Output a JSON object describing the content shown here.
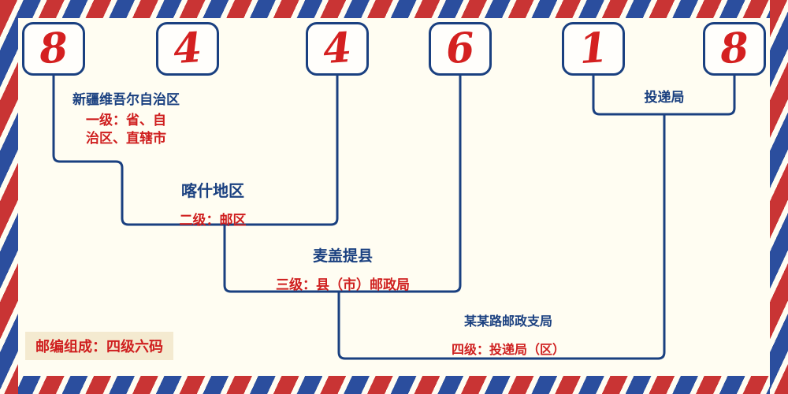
{
  "code": {
    "digits": [
      "8",
      "4",
      "4",
      "6",
      "1",
      "8"
    ]
  },
  "levels": [
    {
      "name": "新疆维吾尔自治区",
      "desc": "一级：省、自\n治区、直辖市"
    },
    {
      "name": "喀什地区",
      "desc": "二级：邮区"
    },
    {
      "name": "麦盖提县",
      "desc": "三级：县（市）邮政局"
    },
    {
      "name": "某某路邮政支局",
      "desc": "四级：投递局（区）"
    },
    {
      "name": "投递局",
      "desc": ""
    }
  ],
  "footer": {
    "composition_label": "邮编组成：四级六码"
  },
  "colors": {
    "line_navy": "#1a4080",
    "digit_red": "#d42020",
    "desc_red": "#cf1f1f",
    "stripe_red": "#c93434",
    "stripe_blue": "#2b4e9e",
    "background": "#fffdf2",
    "badge_bg": "#f4ead0"
  }
}
